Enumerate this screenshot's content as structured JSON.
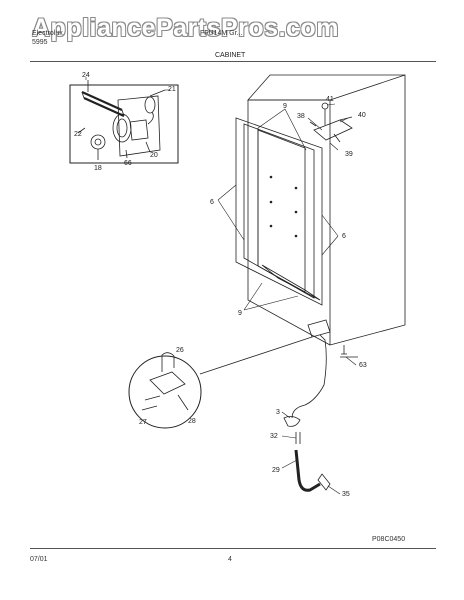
{
  "header": {
    "brand": "Electrolux",
    "brand_line2": "5995",
    "model": "FFU14M Gr...",
    "watermark": "AppliancePartsPros.com",
    "section_title": "CABINET"
  },
  "callouts": {
    "c24": "24",
    "c21": "21",
    "c22": "22",
    "c20": "20",
    "c66": "66",
    "c18": "18",
    "c9a": "9",
    "c41": "41",
    "c38": "38",
    "c40": "40",
    "c39": "39",
    "c6a": "6",
    "c6b": "6",
    "c9b": "9",
    "c63": "63",
    "c26": "26",
    "c27": "27",
    "c28": "28",
    "c3": "3",
    "c32": "32",
    "c29": "29",
    "c35": "35"
  },
  "footer": {
    "drawing_code": "P08C0450",
    "date": "07/01",
    "page_number": "4"
  }
}
